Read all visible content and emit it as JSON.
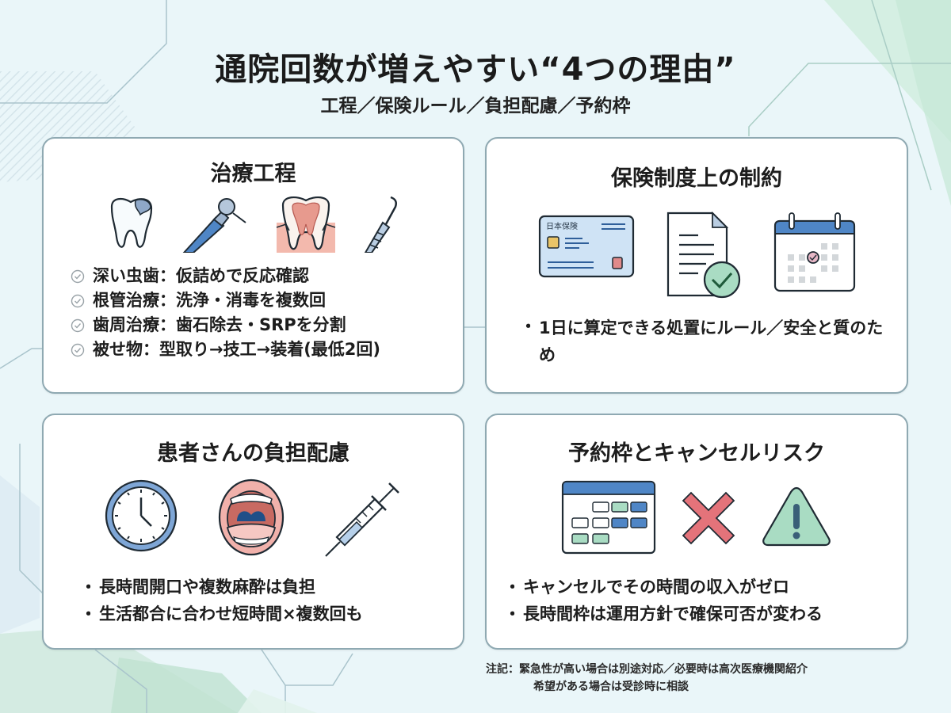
{
  "header": {
    "title": "通院回数が増えやすい“4つの理由”",
    "subtitle": "工程／保険ルール／負担配慮／予約枠"
  },
  "colors": {
    "background": "#eaf6f9",
    "card_border": "#8fa9b2",
    "accent_blue": "#5b8fd0",
    "accent_green": "#a9dcc3",
    "accent_red": "#e4737a",
    "accent_pink": "#f0b3ae"
  },
  "cards": [
    {
      "id": "treatment-process",
      "title": "治療工程",
      "icons": [
        "decayed-tooth-icon",
        "dental-drill-icon",
        "tooth-cross-section-icon",
        "dental-scaler-icon"
      ],
      "items": [
        "深い虫歯：仮詰めで反応確認",
        "根管治療：洗浄・消毒を複数回",
        "歯周治療：歯石除去・SRPを分割",
        "被せ物：型取り→技工→装着(最低2回)"
      ]
    },
    {
      "id": "insurance-constraints",
      "title": "保険制度上の制約",
      "icons": [
        "insurance-card-icon",
        "approved-document-icon",
        "calendar-icon"
      ],
      "card_label": "日本保険",
      "items": [
        "1日に算定できる処置にルール／安全と質のため"
      ]
    },
    {
      "id": "patient-burden",
      "title": "患者さんの負担配慮",
      "icons": [
        "clock-icon",
        "open-mouth-icon",
        "syringe-icon"
      ],
      "items": [
        "長時間開口や複数麻酔は負担",
        "生活都合に合わせ短時間×複数回も"
      ]
    },
    {
      "id": "booking-cancel-risk",
      "title": "予約枠とキャンセルリスク",
      "icons": [
        "schedule-grid-icon",
        "cross-mark-icon",
        "warning-icon"
      ],
      "items": [
        "キャンセルでその時間の収入がゼロ",
        "長時間枠は運用方針で確保可否が変わる"
      ]
    }
  ],
  "footnote": {
    "line1": "注記：緊急性が高い場合は別途対応／必要時は高次医療機関紹介",
    "line2": "希望がある場合は受診時に相談"
  }
}
